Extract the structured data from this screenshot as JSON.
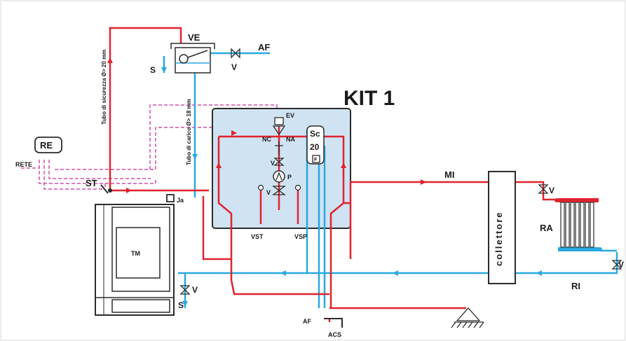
{
  "title": "KIT 1",
  "colors": {
    "flow": "#e0232e",
    "return": "#29a9e0",
    "signal": "#d44ea6",
    "kit_fill": "#cfe3f2",
    "equipment": "#2b2b2b"
  },
  "labels": {
    "ve": "VE",
    "af_top": "AF",
    "s_top": "S",
    "v_top": "V",
    "re": "RE",
    "rete": "RETE",
    "st": "ST",
    "ja": "Ja",
    "tm": "TM",
    "v_boiler": "V",
    "s_boiler": "S",
    "ev": "EV",
    "nc": "NC",
    "na": "NA",
    "sc": "Sc",
    "sc_num": "20",
    "f": "F",
    "v_kit1": "V",
    "p": "P",
    "v_kit2": "V",
    "vst": "VST",
    "vsp": "VSP",
    "mi": "MI",
    "collettore": "collettore",
    "v_ra_top": "V",
    "ra": "RA",
    "v_ra_bottom": "V",
    "ri": "RI",
    "af_bottom": "AF",
    "acs": "ACS",
    "tubo_sicurezza": "Tubo di sicurezza Ø> 20 mm",
    "tubo_carico": "Tubo di carico Ø> 18 mm"
  }
}
